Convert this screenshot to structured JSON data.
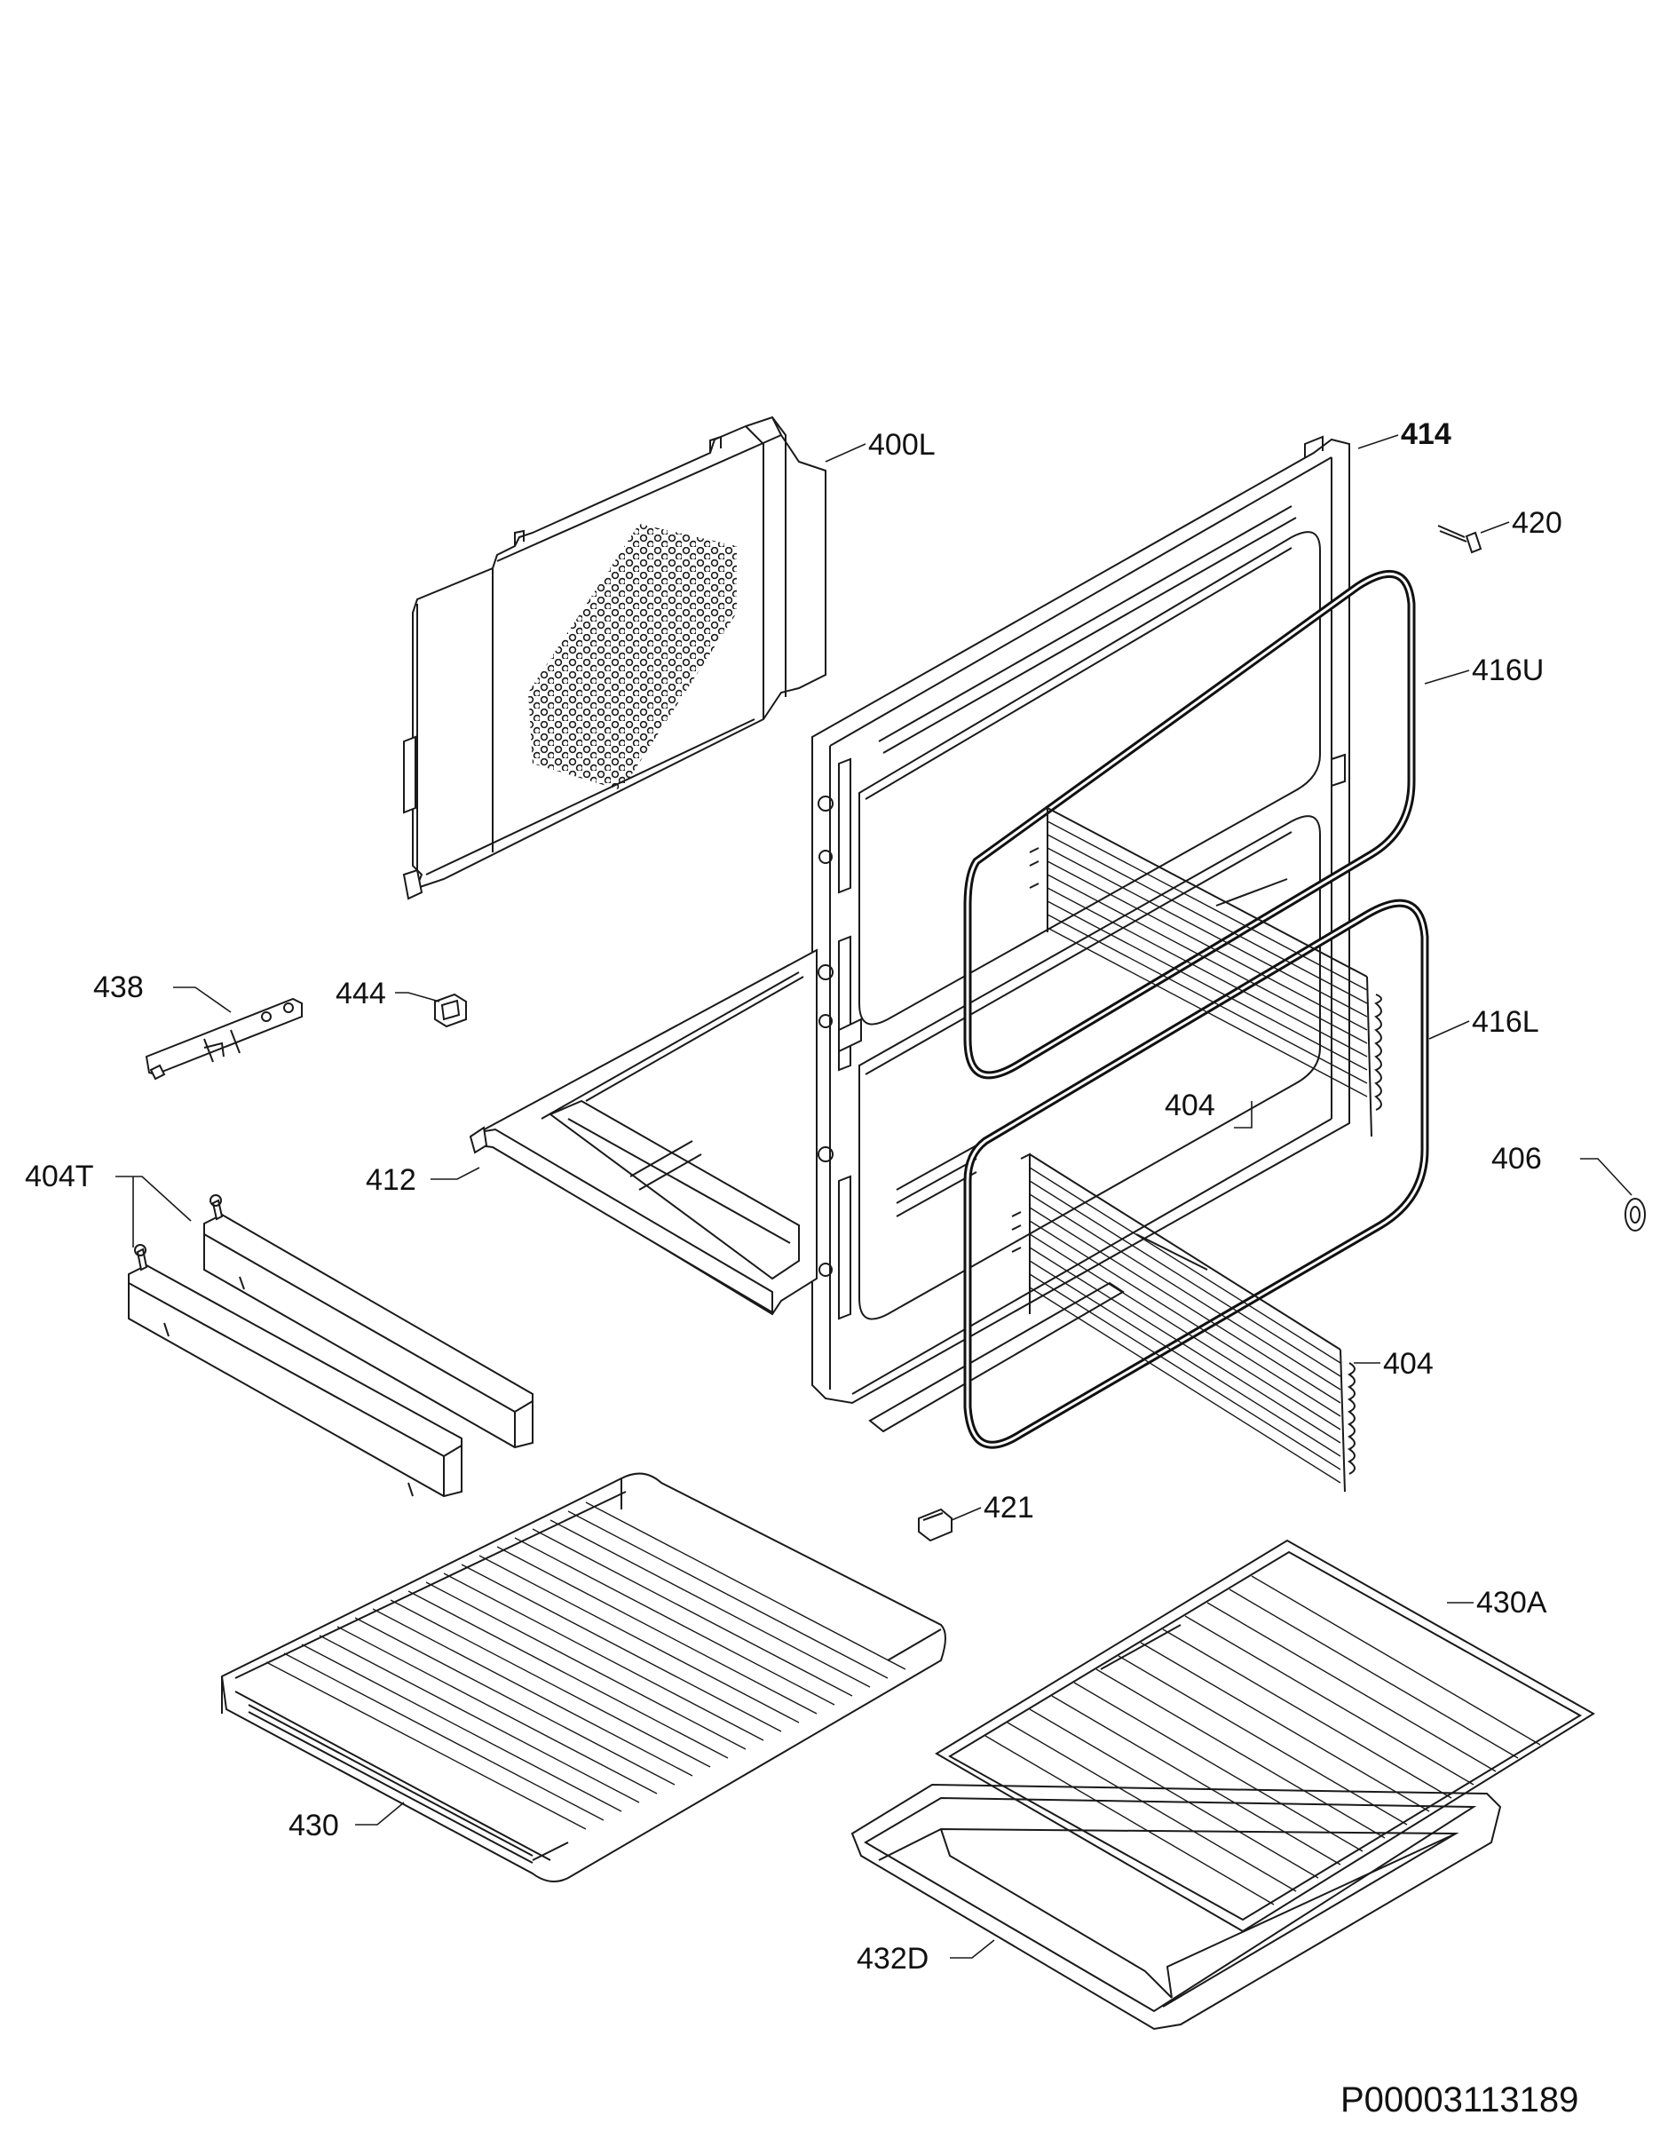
{
  "diagram": {
    "part_number": "P00003113189",
    "callouts": {
      "c400L": "400L",
      "c414": "414",
      "c420": "420",
      "c416U": "416U",
      "c416L": "416L",
      "c438": "438",
      "c444": "444",
      "c404_upper": "404",
      "c412": "412",
      "c406": "406",
      "c404T": "404T",
      "c404_lower": "404",
      "c421": "421",
      "c430A": "430A",
      "c430": "430",
      "c432D": "432D"
    }
  }
}
